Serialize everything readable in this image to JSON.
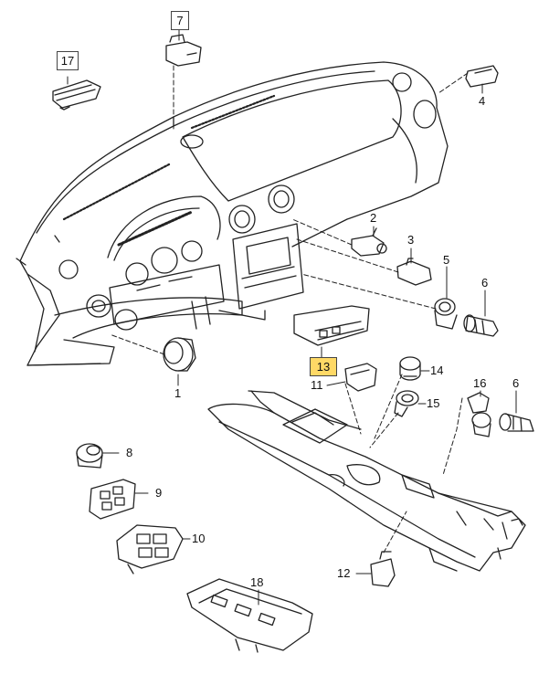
{
  "diagram": {
    "labels": {
      "l1": "1",
      "l2": "2",
      "l3": "3",
      "l4": "4",
      "l5": "5",
      "l6a": "6",
      "l6b": "6",
      "l7": "7",
      "l8": "8",
      "l9": "9",
      "l10": "10",
      "l11": "11",
      "l12": "12",
      "l13": "13",
      "l14": "14",
      "l15": "15",
      "l16": "16",
      "l17": "17",
      "l18": "18"
    },
    "highlight_color": "#ffd966"
  }
}
